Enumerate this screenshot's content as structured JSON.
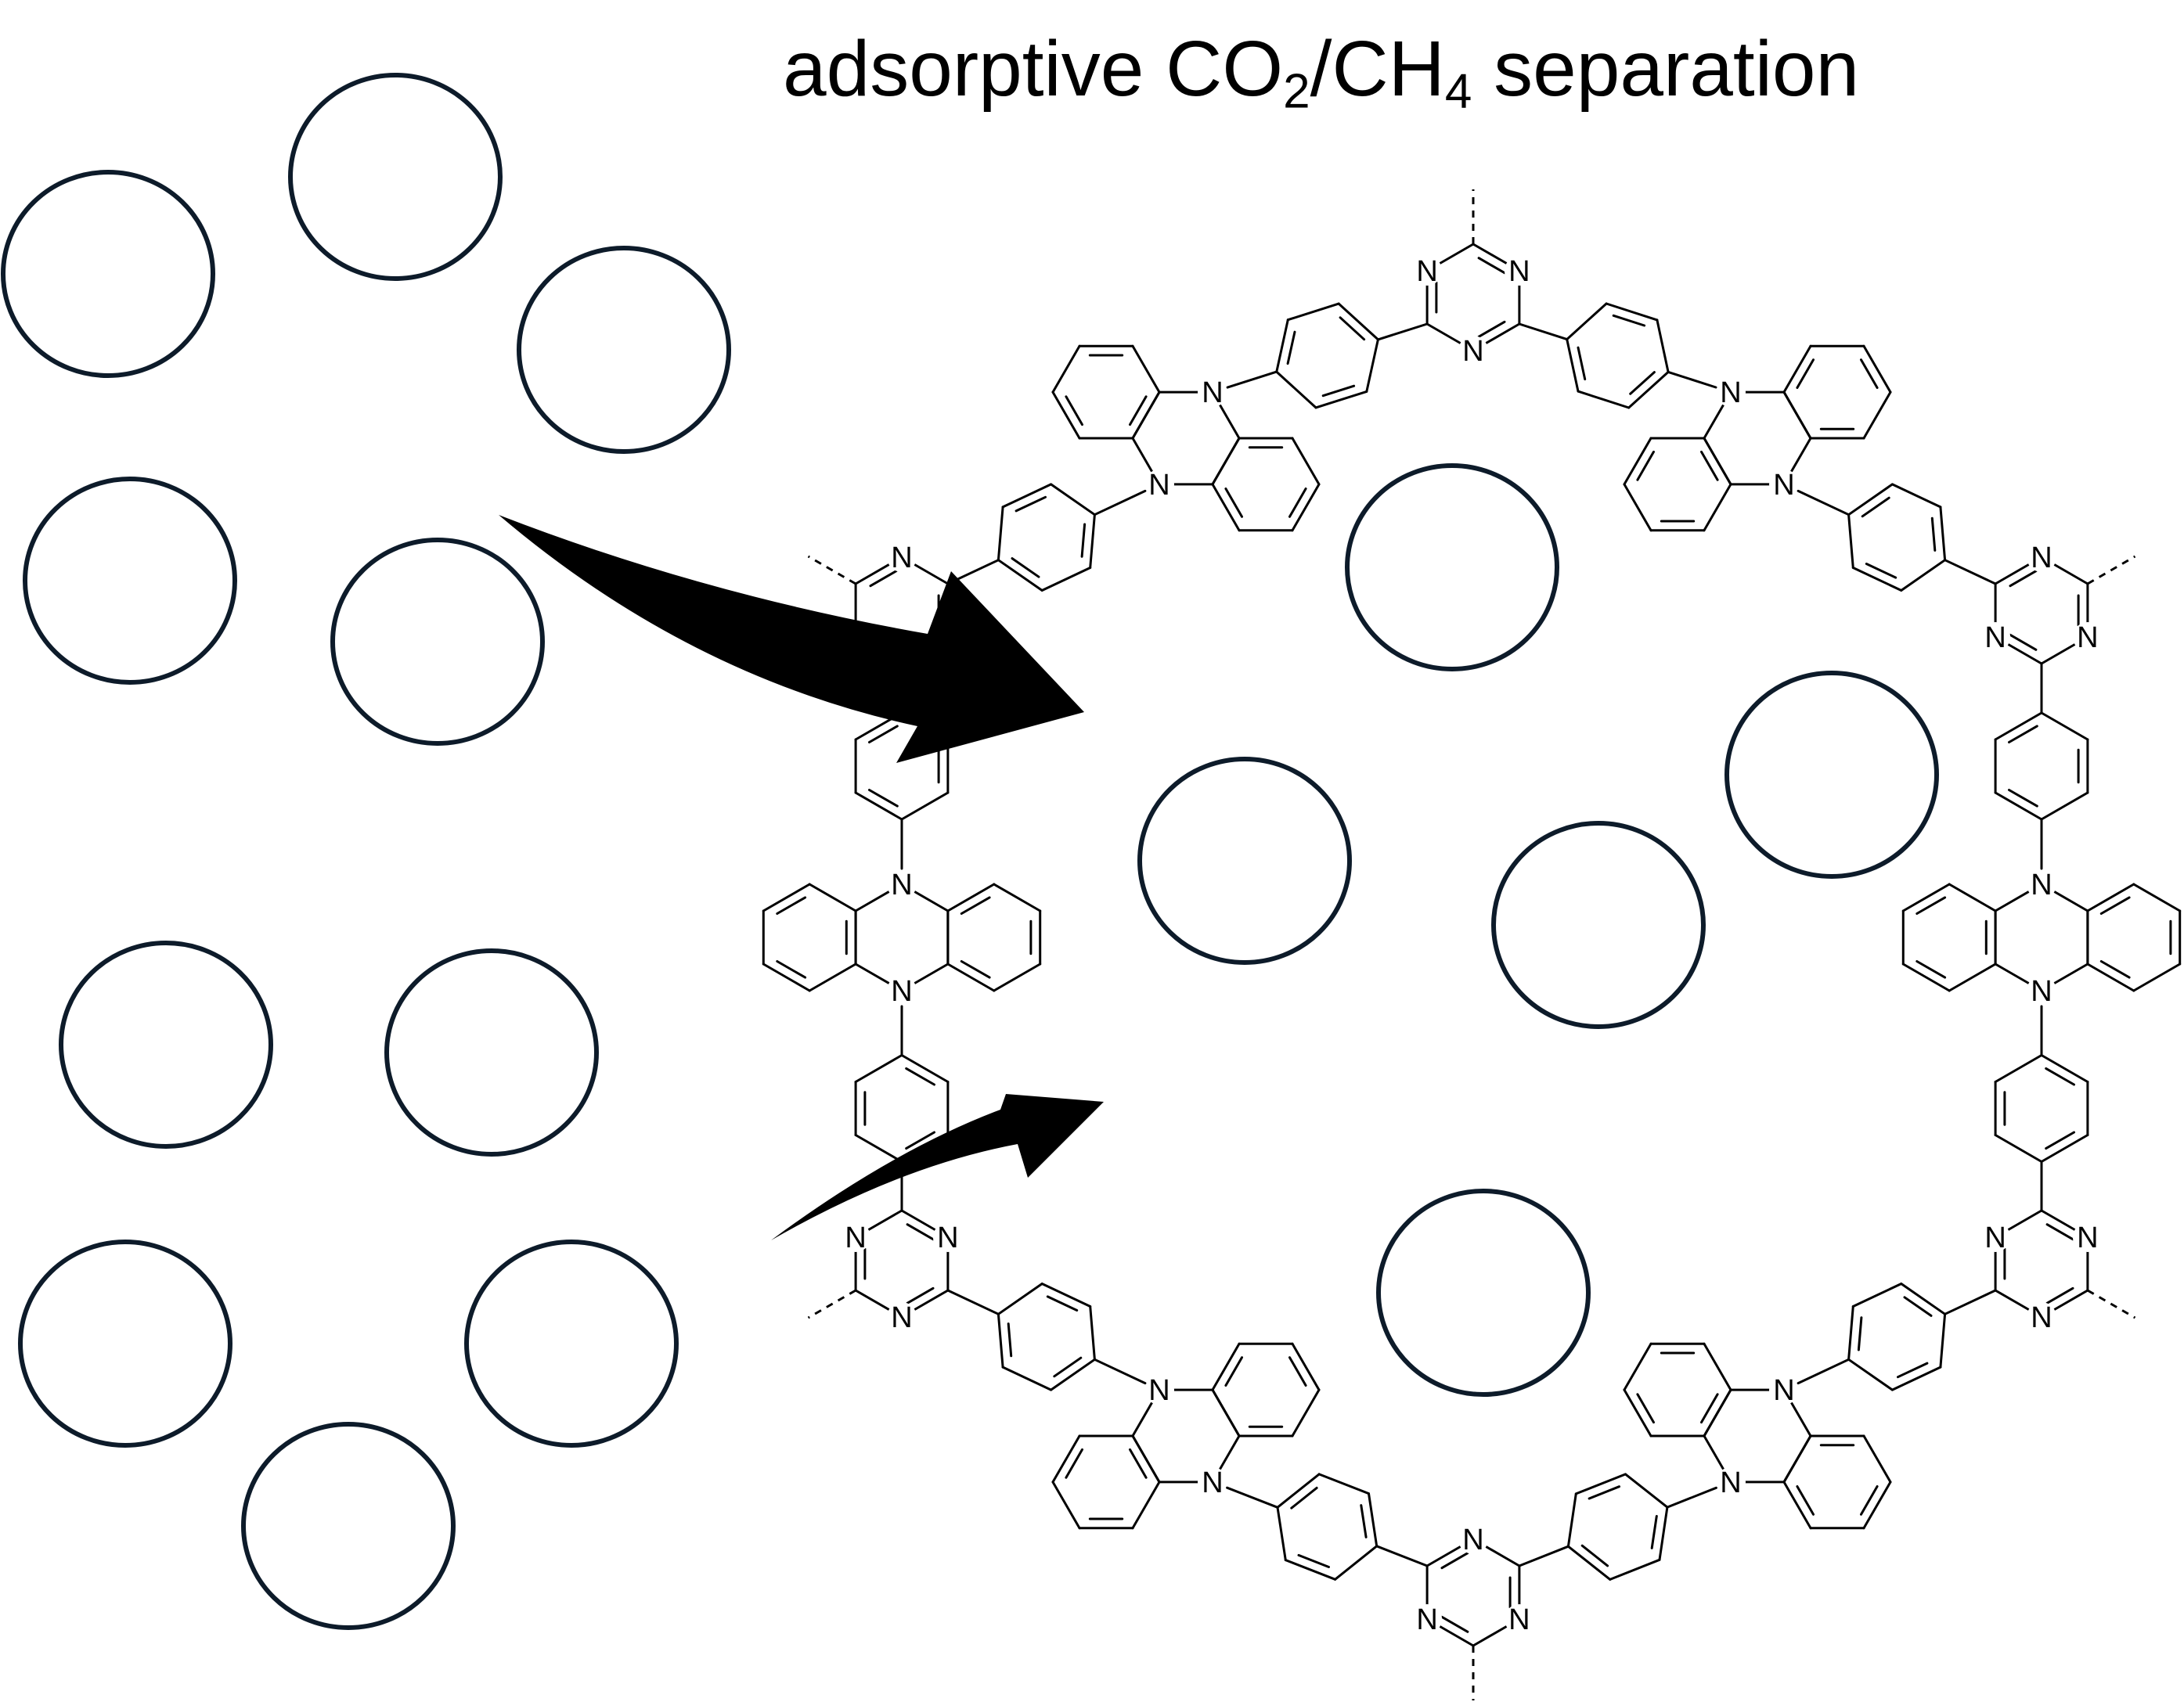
{
  "title": {
    "prefix": "adsorptive CO",
    "sub1": "2",
    "mid": "/CH",
    "sub2": "4",
    "suffix": " separation"
  },
  "colors": {
    "co2_fill": "#8FAADC",
    "ch4_fill": "#A9D18E",
    "molecule_stroke": "#0D1B2A",
    "framework": "#000000",
    "arrow": "#000000"
  },
  "atom_label": "N",
  "molecules": {
    "outside_co2": 5,
    "outside_ch4": 5,
    "pore_co2": 4,
    "pore_ch4": 1
  },
  "arrows": [
    {
      "id": "co2-uptake",
      "weight": "large"
    },
    {
      "id": "ch4-uptake",
      "weight": "small"
    }
  ]
}
